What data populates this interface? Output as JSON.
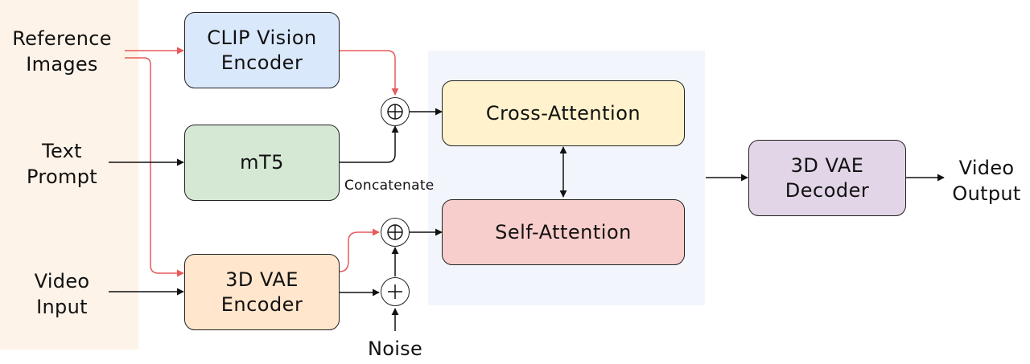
{
  "inputs": {
    "reference_images": "Reference\nImages",
    "text_prompt": "Text\nPrompt",
    "video_input": "Video\nInput",
    "noise": "Noise"
  },
  "blocks": {
    "clip_encoder": "CLIP Vision\nEncoder",
    "mt5": "mT5",
    "vae_encoder": "3D VAE\nEncoder",
    "cross_attention": "Cross-Attention",
    "self_attention": "Self-Attention",
    "vae_decoder": "3D VAE\nDecoder"
  },
  "annotations": {
    "concatenate": "Concatenate"
  },
  "outputs": {
    "video_output": "Video\nOutput"
  },
  "colors": {
    "input_panel": "#fdf3e8",
    "attention_panel": "#f2f6fc",
    "clip_fill": "#dae8fc",
    "mt5_fill": "#d5e8d4",
    "vae_encoder_fill": "#ffe6cc",
    "cross_attention_fill": "#fff2cc",
    "self_attention_fill": "#f8cecc",
    "vae_decoder_fill": "#e1d5e7",
    "reference_arrow": "#e85a5a"
  }
}
